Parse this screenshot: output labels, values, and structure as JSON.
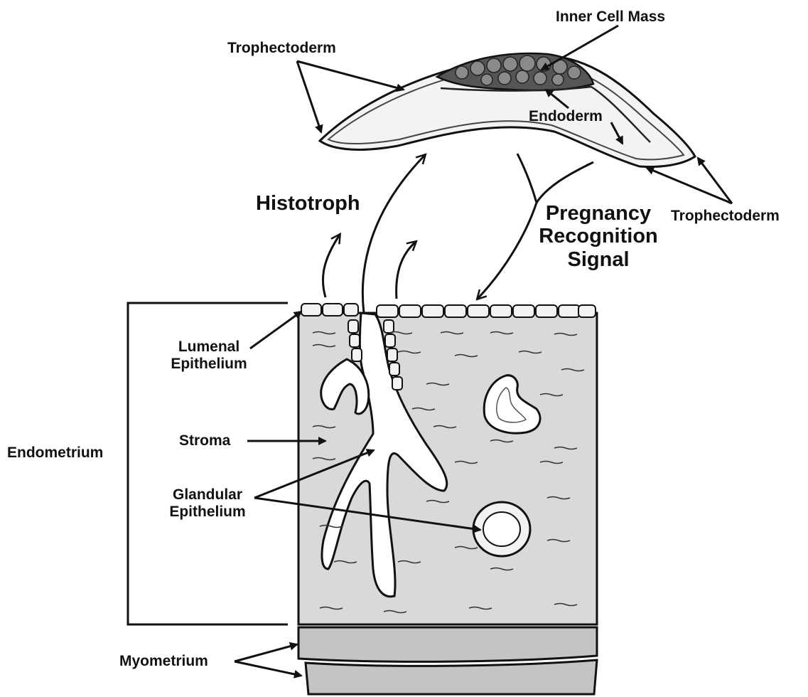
{
  "labels": {
    "inner_cell_mass": "Inner Cell Mass",
    "trophectoderm_top": "Trophectoderm",
    "endoderm": "Endoderm",
    "trophectoderm_right": "Trophectoderm",
    "histotroph": "Histotroph",
    "pregnancy_recognition_signal": [
      "Pregnancy",
      "Recognition",
      "Signal"
    ],
    "lumenal_epithelium": [
      "Lumenal",
      "Epithelium"
    ],
    "stroma": "Stroma",
    "endometrium": "Endometrium",
    "glandular_epithelium": [
      "Glandular",
      "Epithelium"
    ],
    "myometrium": "Myometrium"
  },
  "colors": {
    "ink": "#111111",
    "stroma_fill": "#d9d9d9",
    "myometrium_fill": "#c4c4c4",
    "icm_fill": "#555555",
    "cell_fill": "#f2f2f2"
  }
}
